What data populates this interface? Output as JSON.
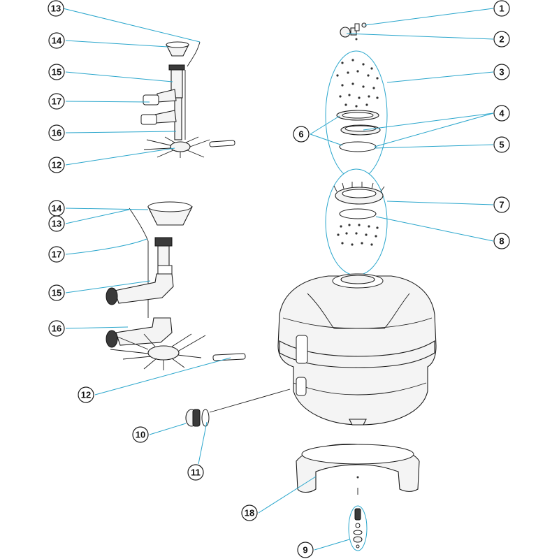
{
  "callouts": [
    {
      "id": "c1",
      "label": "1"
    },
    {
      "id": "c2",
      "label": "2"
    },
    {
      "id": "c3",
      "label": "3"
    },
    {
      "id": "c4",
      "label": "4"
    },
    {
      "id": "c5",
      "label": "5"
    },
    {
      "id": "c6",
      "label": "6"
    },
    {
      "id": "c7",
      "label": "7"
    },
    {
      "id": "c8",
      "label": "8"
    },
    {
      "id": "c9",
      "label": "9"
    },
    {
      "id": "c10",
      "label": "10"
    },
    {
      "id": "c11",
      "label": "11"
    },
    {
      "id": "c12a",
      "label": "12"
    },
    {
      "id": "c12b",
      "label": "12"
    },
    {
      "id": "c13a",
      "label": "13"
    },
    {
      "id": "c13b",
      "label": "13"
    },
    {
      "id": "c14a",
      "label": "14"
    },
    {
      "id": "c14b",
      "label": "14"
    },
    {
      "id": "c15a",
      "label": "15"
    },
    {
      "id": "c15b",
      "label": "15"
    },
    {
      "id": "c16a",
      "label": "16"
    },
    {
      "id": "c16b",
      "label": "16"
    },
    {
      "id": "c17a",
      "label": "17"
    },
    {
      "id": "c17b",
      "label": "17"
    },
    {
      "id": "c18",
      "label": "18"
    }
  ],
  "colors": {
    "leader": "#2aa6cc",
    "outline": "#1c1c1c",
    "fill": "#f4f4f4"
  }
}
